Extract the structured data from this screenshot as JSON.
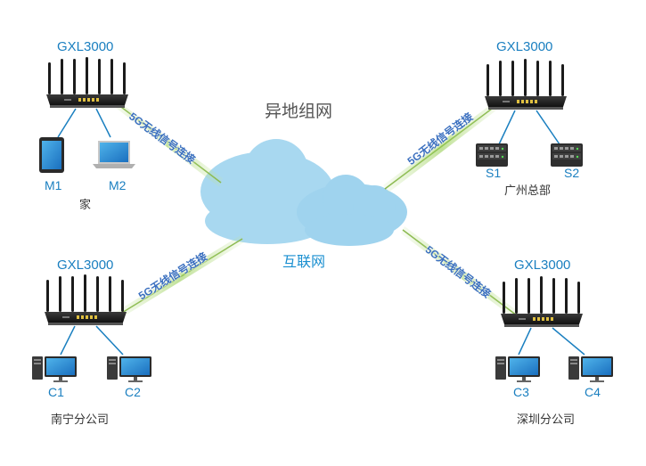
{
  "title": "异地组网",
  "internet_label": "互联网",
  "link_label": "5G无线信号连接",
  "routers": {
    "home": "GXL3000",
    "hq": "GXL3000",
    "nanning": "GXL3000",
    "shenzhen": "GXL3000"
  },
  "devices": {
    "m1": "M1",
    "m2": "M2",
    "s1": "S1",
    "s2": "S2",
    "c1": "C1",
    "c2": "C2",
    "c3": "C3",
    "c4": "C4"
  },
  "sites": {
    "home": "家",
    "hq": "广州总部",
    "nanning": "南宁分公司",
    "shenzhen": "深圳分公司"
  },
  "colors": {
    "accent": "#1a7fc0",
    "cloud": "#a8d8f0",
    "link_line": "#8fc04a"
  }
}
